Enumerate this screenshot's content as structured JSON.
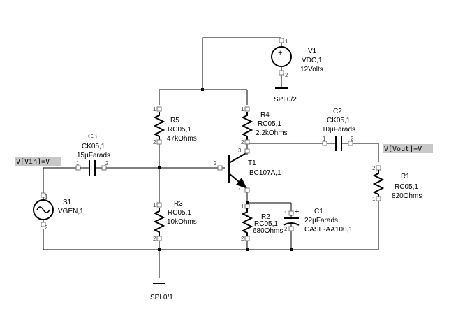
{
  "components": {
    "V1": {
      "ref": "V1",
      "model": "VDC,1",
      "value": "12Volts",
      "pin_top": "1",
      "pin_bottom": "2"
    },
    "S1": {
      "ref": "S1",
      "model": "VGEN,1",
      "pin_top": "1",
      "pin_bottom": "2"
    },
    "C3": {
      "ref": "C3",
      "model": "CK05,1",
      "value": "15µFarads",
      "pin_left": "1",
      "pin_right": "2"
    },
    "C2": {
      "ref": "C2",
      "model": "CK05,1",
      "value": "10µFarads",
      "pin_left": "1",
      "pin_right": "2"
    },
    "C1": {
      "ref": "C1",
      "model": "22µFarads",
      "value": "CASE-AA100,1",
      "pin_top": "1",
      "pin_bottom": "2"
    },
    "R5": {
      "ref": "R5",
      "model": "RC05,1",
      "value": "47kOhms",
      "pin_top": "1",
      "pin_bottom": "2"
    },
    "R4": {
      "ref": "R4",
      "model": "RC05,1",
      "value": "2.2kOhms",
      "pin_top": "1",
      "pin_bottom": "2"
    },
    "R3": {
      "ref": "R3",
      "model": "RC05,1",
      "value": "10kOhms",
      "pin_top": "1",
      "pin_bottom": "2"
    },
    "R2": {
      "ref": "R2",
      "model": "RC05,1",
      "value": "680Ohms",
      "pin_top": "1",
      "pin_bottom": "2"
    },
    "R1": {
      "ref": "R1",
      "model": "RC05,1",
      "value": "820Ohms",
      "pin_top": "2",
      "pin_bottom": "1"
    },
    "T1": {
      "ref": "T1",
      "model": "BC107A,1",
      "pin_collector": "3",
      "pin_base": "2",
      "pin_emitter": "1"
    }
  },
  "grounds": {
    "top": {
      "label": "SPL0/2"
    },
    "bottom": {
      "label": "SPL0/1"
    }
  },
  "net_labels": {
    "vin": "V[Vin]=V",
    "vout": "V[Vout]=V"
  },
  "colors": {
    "wire": "#000000",
    "netlabel_bg": "#c8c8c8",
    "pin_box": "#777777",
    "background": "#ffffff"
  }
}
